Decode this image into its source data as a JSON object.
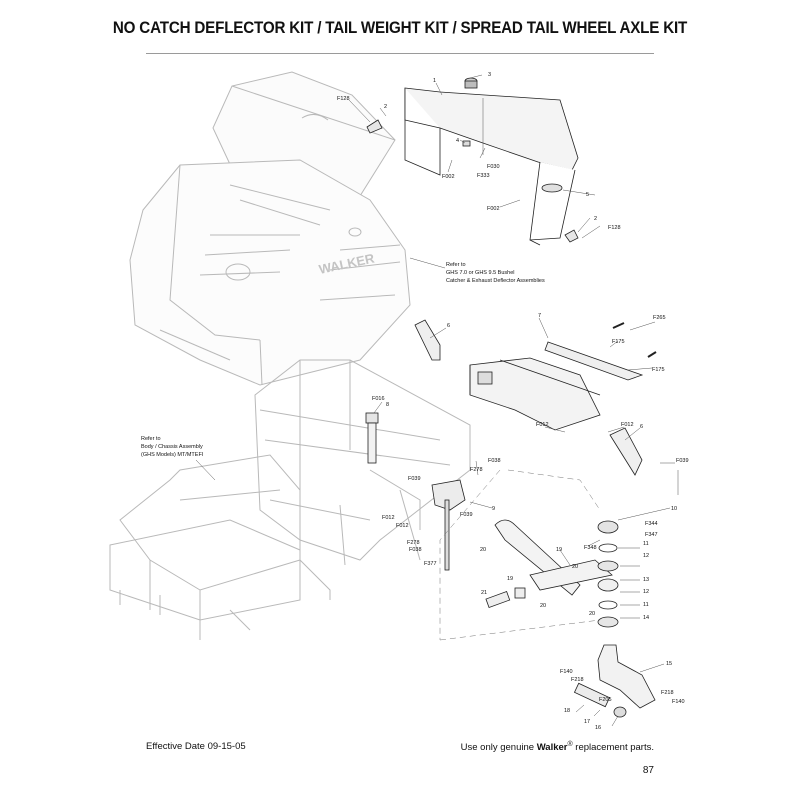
{
  "title": "NO CATCH DEFLECTOR KIT / TAIL WEIGHT KIT / SPREAD TAIL WHEEL AXLE KIT",
  "callouts": {
    "ref_catcher": [
      "Refer to",
      "GHS 7.0 or GHS 9.5 Bushel",
      "Catcher & Exhaust Deflector Assemblies"
    ],
    "ref_chassis": [
      "Refer to",
      "Body / Chassis Assembly",
      "(GHS Models) MT/MTEFI"
    ]
  },
  "part_labels": {
    "p1": "1",
    "p2a": "2",
    "p2b": "2",
    "p3": "3",
    "p4": "4",
    "p5": "5",
    "p6a": "6",
    "p6b": "6",
    "p7": "7",
    "p8": "8",
    "p9": "9",
    "p10": "10",
    "p11a": "11",
    "p11b": "11",
    "p12a": "12",
    "p12b": "12",
    "p13": "13",
    "p14": "14",
    "p15": "15",
    "p16": "16",
    "p17": "17",
    "p18": "18",
    "p19a": "19",
    "p19b": "19",
    "p20a": "20",
    "p20b": "20",
    "p20c": "20",
    "p21": "21",
    "f128a": "F128",
    "f128b": "F128",
    "f002a": "F002",
    "f002b": "F002",
    "f030": "F030",
    "f333": "F333",
    "f265": "F265",
    "f175a": "F175",
    "f175b": "F175",
    "f012a": "F012",
    "f012b": "F012",
    "f012c": "F012",
    "f039a": "F039",
    "f039b": "F039",
    "f039c": "F039",
    "f016": "F016",
    "f278a": "F278",
    "f278b": "F278",
    "f038a": "F038",
    "f038b": "F038",
    "f377": "F377",
    "f344": "F344",
    "f347": "F347",
    "f348": "F348",
    "f140a": "F140",
    "f140b": "F140",
    "f218a": "F218",
    "f218b": "F218",
    "f205": "F205"
  },
  "brand_logo": "WALKER",
  "footer": {
    "effective": "Effective Date 09-15-05",
    "use_only": "Use only genuine ",
    "brand": "Walker",
    "reg": "®",
    "replacement": " replacement parts."
  },
  "page_number": "87"
}
